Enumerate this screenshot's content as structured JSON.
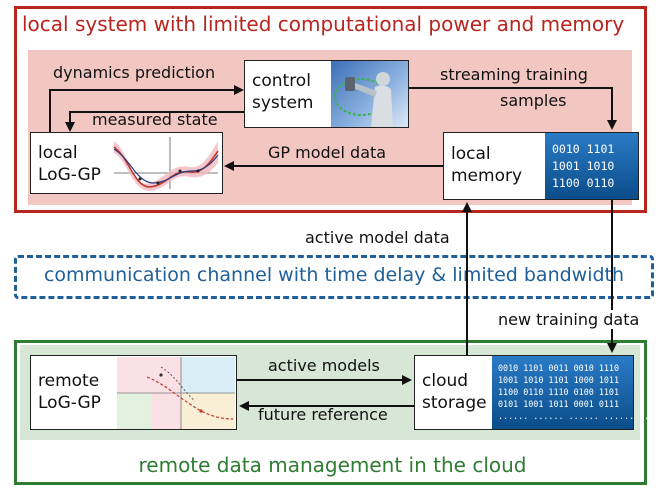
{
  "local_system": {
    "title": "local system with limited computational power and memory"
  },
  "remote_system": {
    "title": "remote data management in the cloud"
  },
  "channel": {
    "label": "communication channel with time delay & limited bandwidth"
  },
  "nodes": {
    "control_system": {
      "line1": "control",
      "line2": "system"
    },
    "local_log_gp": {
      "line1": "local",
      "line2": "LoG-GP"
    },
    "local_memory": {
      "line1": "local",
      "line2": "memory",
      "bits": [
        "0010 1101",
        "1001 1010",
        "1100 0110"
      ]
    },
    "remote_log_gp": {
      "line1": "remote",
      "line2": "LoG-GP"
    },
    "cloud_storage": {
      "line1": "cloud",
      "line2": "storage",
      "bits": [
        "0010 1101 0011 0010 1110",
        "1001 1010 1101 1000 1011",
        "1100 0110 1110 0100 1101",
        "0101 1001 1011 0001 0111",
        "...... ...... ...... ...... ......"
      ]
    }
  },
  "edges": {
    "dynamics_prediction": "dynamics prediction",
    "measured_state": "measured state",
    "streaming_training_samples_1": "streaming training",
    "streaming_training_samples_2": "samples",
    "gp_model_data": "GP model data",
    "active_model_data": "active model data",
    "new_training_data": "new training data",
    "active_models": "active models",
    "future_reference": "future reference"
  },
  "colors": {
    "local": "#b8251e",
    "remote": "#2e7d32",
    "channel": "#1f5f9a",
    "local_fill": "#f2c7c2",
    "remote_fill": "#d6e8d5",
    "bits": "#1766ac"
  }
}
